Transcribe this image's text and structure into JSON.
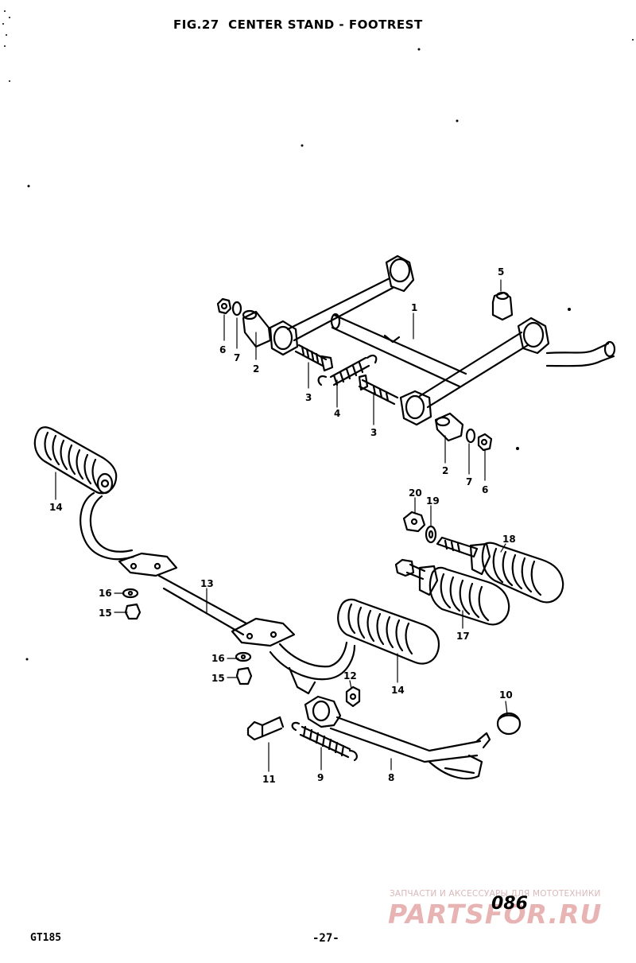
{
  "header": {
    "title": "FIG.27  CENTER STAND - FOOTREST"
  },
  "callouts": [
    "1",
    "2",
    "3",
    "4",
    "5",
    "6",
    "7",
    "2",
    "7",
    "6",
    "3",
    "20",
    "19",
    "18",
    "17",
    "14",
    "14",
    "13",
    "16",
    "15",
    "16",
    "15",
    "12",
    "10",
    "11",
    "9",
    "8"
  ],
  "footer": {
    "model": "GT185",
    "page": "-27-",
    "sheet_number": "086"
  },
  "watermark": {
    "line1": "ЗАПЧАСТИ И АКСЕССУАРЫ ДЛЯ МОТОТЕХНИКИ",
    "line2": "PARTSFOR.RU"
  }
}
